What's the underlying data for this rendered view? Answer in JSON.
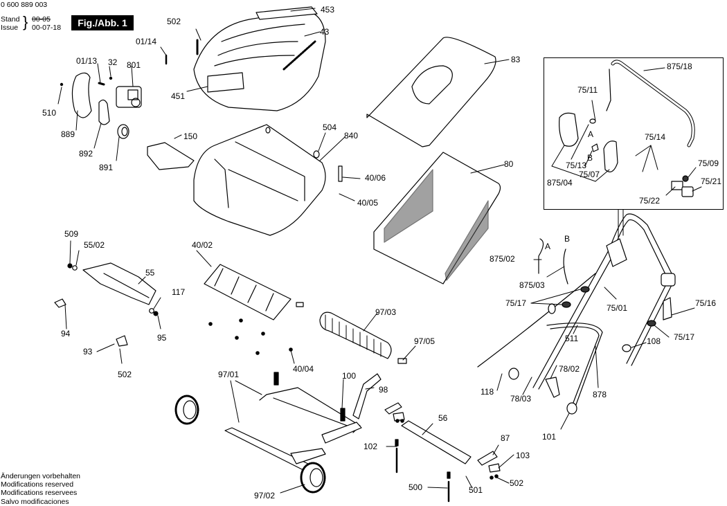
{
  "header": {
    "doc_number": "0 600 889 003",
    "stand_label": "Stand",
    "issue_label": "Issue",
    "stand_date_struck": "00-05",
    "issue_date": "00-07-18",
    "figure_label": "Fig./Abb. 1"
  },
  "footer": {
    "lines": [
      "Änderungen vorbehalten",
      "Modifications reserved",
      "Modifications reservees",
      "Salvo modificaciones"
    ]
  },
  "callouts": {
    "c502a": "502",
    "c453": "453",
    "c43": "43",
    "c01_14": "01/14",
    "c01_13": "01/13",
    "c32": "32",
    "c801": "801",
    "c451": "451",
    "c510": "510",
    "c889": "889",
    "c892": "892",
    "c891": "891",
    "c150": "150",
    "c504": "504",
    "c840": "840",
    "c40_06": "40/06",
    "c40_05": "40/05",
    "c83": "83",
    "c80": "80",
    "c509": "509",
    "c55_02": "55/02",
    "c55": "55",
    "c117": "117",
    "c94": "94",
    "c95": "95",
    "c93": "93",
    "c502b": "502",
    "c40_02": "40/02",
    "c97_03": "97/03",
    "c97_05": "97/05",
    "c40_04": "40/04",
    "c97_01": "97/01",
    "c100": "100",
    "c98": "98",
    "c102": "102",
    "c97_02": "97/02",
    "c56": "56",
    "c87": "87",
    "c103": "103",
    "c500": "500",
    "c501": "501",
    "c502c": "502",
    "c875_02": "875/02",
    "c875_03": "875/03",
    "cA1": "A",
    "cB1": "B",
    "c75_17a": "75/17",
    "c75_01": "75/01",
    "c75_16": "75/16",
    "c75_17b": "75/17",
    "c108": "108",
    "c511": "511",
    "c78_02": "78/02",
    "c118": "118",
    "c78_03": "78/03",
    "c878": "878",
    "c101": "101"
  },
  "inset": {
    "c875_18": "875/18",
    "c75_11": "75/11",
    "c75_14": "75/14",
    "cA": "A",
    "cB": "B",
    "c75_13": "75/13",
    "c75_07": "75/07",
    "c875_04": "875/04",
    "c75_09": "75/09",
    "c75_21": "75/21",
    "c75_22": "75/22"
  }
}
